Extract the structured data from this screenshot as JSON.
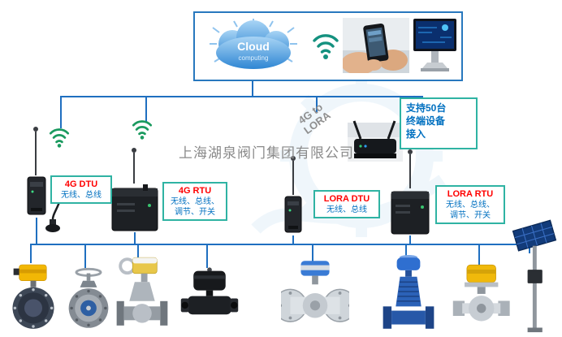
{
  "watermark": {
    "company": "上海湖泉阀门集团有限公司"
  },
  "cloud_box": {
    "cloud_title": "Cloud",
    "cloud_subtitle": "computing"
  },
  "labels": {
    "g4_dtu": {
      "title": "4G DTU",
      "desc": "无线、总线"
    },
    "g4_rtu": {
      "title": "4G RTU",
      "desc1": "无线、总线、",
      "desc2": "调节、开关"
    },
    "lora_dtu": {
      "title": "LORA DTU",
      "desc": "无线、总线"
    },
    "lora_rtu": {
      "title": "LORA RTU",
      "desc1": "无线、总线、",
      "desc2": "调节、开关"
    },
    "bridge": {
      "line1": "4G to",
      "line2": "LORA"
    },
    "support": {
      "line1": "支持50台",
      "line2": "终端设备",
      "line3": "接入"
    }
  },
  "icons": {
    "cloud": "cloud-computing-icon",
    "wifi": "wifi-signal-icon",
    "hand_phone": "hand-holding-phone-image",
    "monitor": "desktop-monitor-image",
    "antenna": "whip-antenna-icon",
    "solar": "solar-power-pole-image"
  },
  "devices": {
    "middle_row": [
      "4g-dtu-modem",
      "4g-rtu-module",
      "4g-to-lora-gateway",
      "lora-dtu-modem",
      "lora-rtu-module"
    ],
    "bottom_row": [
      "electric-butterfly-valve",
      "manual-butterfly-valve",
      "electric-gate-valve",
      "black-electric-ball-valve",
      "flanged-ball-valve-with-actuator",
      "blue-globe-valve-with-actuator",
      "yellow-actuator-ball-valve",
      "solar-power-station"
    ]
  },
  "colors": {
    "line_blue": "#1F6FC0",
    "box_border_blue": "#2878BE",
    "label_border_teal": "#2FB3A3",
    "title_red": "#FF0000",
    "desc_blue": "#0070C0",
    "watermark_gray": "#8A8A8A",
    "actuator_yellow": "#F2B705",
    "actuator_blue": "#2F6FD0"
  }
}
